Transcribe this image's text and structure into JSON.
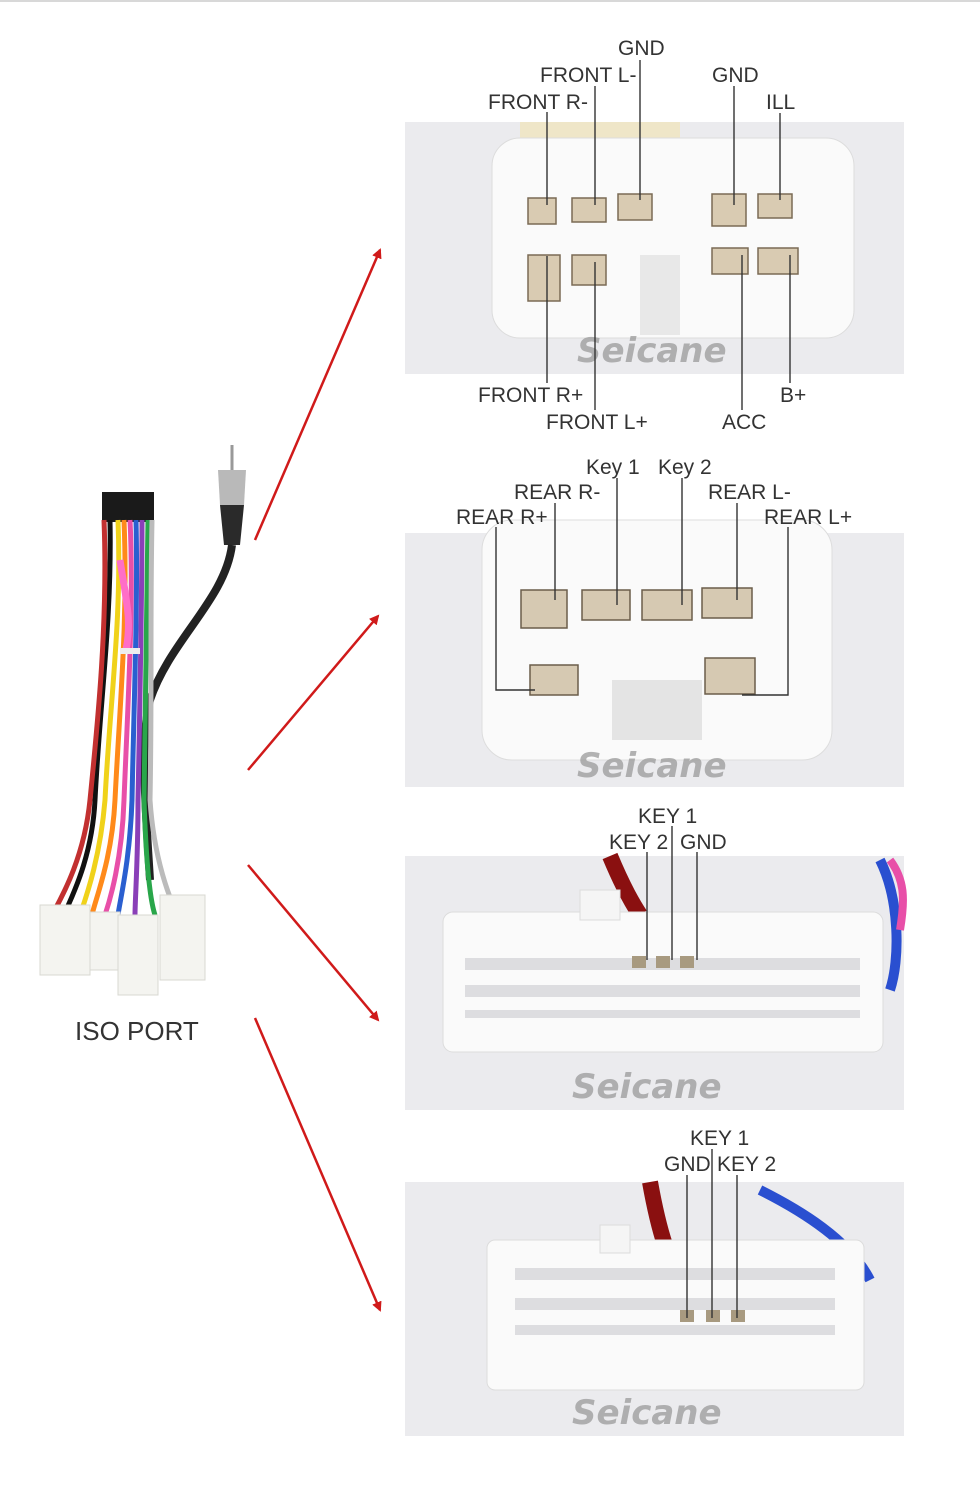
{
  "harness_label": "ISO PORT",
  "brand": "Seicane",
  "colors": {
    "arrow": "#d01a1a",
    "line": "#333333",
    "photo_bg": "#ebebee",
    "connector": "#f9f9f9"
  },
  "panels": [
    {
      "labels": {
        "gnd_top": "GND",
        "front_l_minus": "FRONT L-",
        "gnd_right": "GND",
        "front_r_minus": "FRONT R-",
        "ill": "ILL",
        "front_r_plus": "FRONT R+",
        "b_plus": "B+",
        "front_l_plus": "FRONT L+",
        "acc": "ACC"
      }
    },
    {
      "labels": {
        "key1": "Key 1",
        "key2": "Key 2",
        "rear_r_minus": "REAR R-",
        "rear_l_minus": "REAR L-",
        "rear_r_plus": "REAR R+",
        "rear_l_plus": "REAR L+"
      }
    },
    {
      "labels": {
        "key1": "KEY 1",
        "key2": "KEY 2",
        "gnd": "GND"
      }
    },
    {
      "labels": {
        "key1": "KEY 1",
        "gnd": "GND",
        "key2": "KEY 2"
      }
    }
  ]
}
